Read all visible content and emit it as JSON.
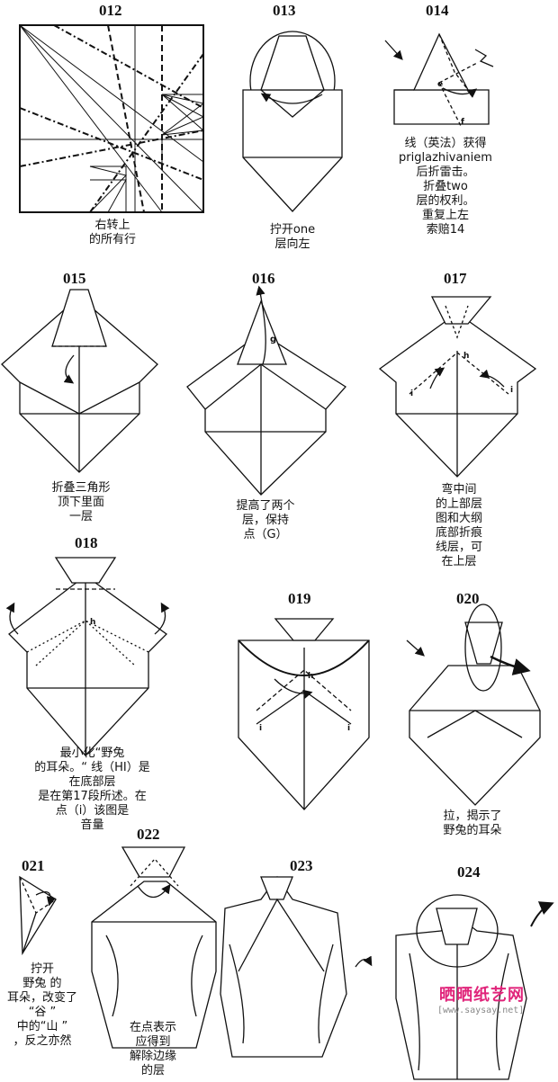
{
  "steps": [
    {
      "num": "012",
      "caption": [
        "右转上",
        "的所有行"
      ]
    },
    {
      "num": "013",
      "caption": [
        "拧开one",
        "层向左"
      ]
    },
    {
      "num": "014",
      "caption": [
        "线（英法）获得",
        "priglazhivaniem",
        "后折雷击。",
        "折叠two",
        "层的权利。",
        "重复上左",
        "索赔14"
      ]
    },
    {
      "num": "015",
      "caption": [
        "折叠三角形",
        "顶下里面",
        "一层"
      ]
    },
    {
      "num": "016",
      "caption": [
        "提高了两个",
        "层，保持",
        "点（G）"
      ]
    },
    {
      "num": "017",
      "caption": [
        "弯中间",
        "的上部层",
        "图和大纲",
        "底部折痕",
        "线层，可",
        "在上层"
      ]
    },
    {
      "num": "018",
      "caption": [
        "最小化“野兔",
        "的耳朵。“ 线（HI）是",
        "在底部层",
        "是在第17段所述。在",
        "点（i）该图是",
        "音量"
      ]
    },
    {
      "num": "019",
      "caption": []
    },
    {
      "num": "020",
      "caption": [
        "拉，揭示了",
        "野兔的耳朵"
      ]
    },
    {
      "num": "021",
      "caption": [
        "拧开",
        "野兔 的",
        "耳朵，改变了",
        "“谷 ”",
        "中的“山 ”",
        "，反之亦然"
      ]
    },
    {
      "num": "022",
      "caption": [
        "在点表示",
        "应得到",
        "解除边缘",
        "的层"
      ]
    },
    {
      "num": "023",
      "caption": []
    },
    {
      "num": "024",
      "caption": []
    }
  ],
  "labels": {
    "e": "e",
    "f": "f",
    "g": "g",
    "h": "h",
    "i": "i"
  },
  "logo": "晒晒纸艺网",
  "watermark": "[www.saysay.net]",
  "colors": {
    "line": "#111111",
    "logo": "#e0247a"
  }
}
